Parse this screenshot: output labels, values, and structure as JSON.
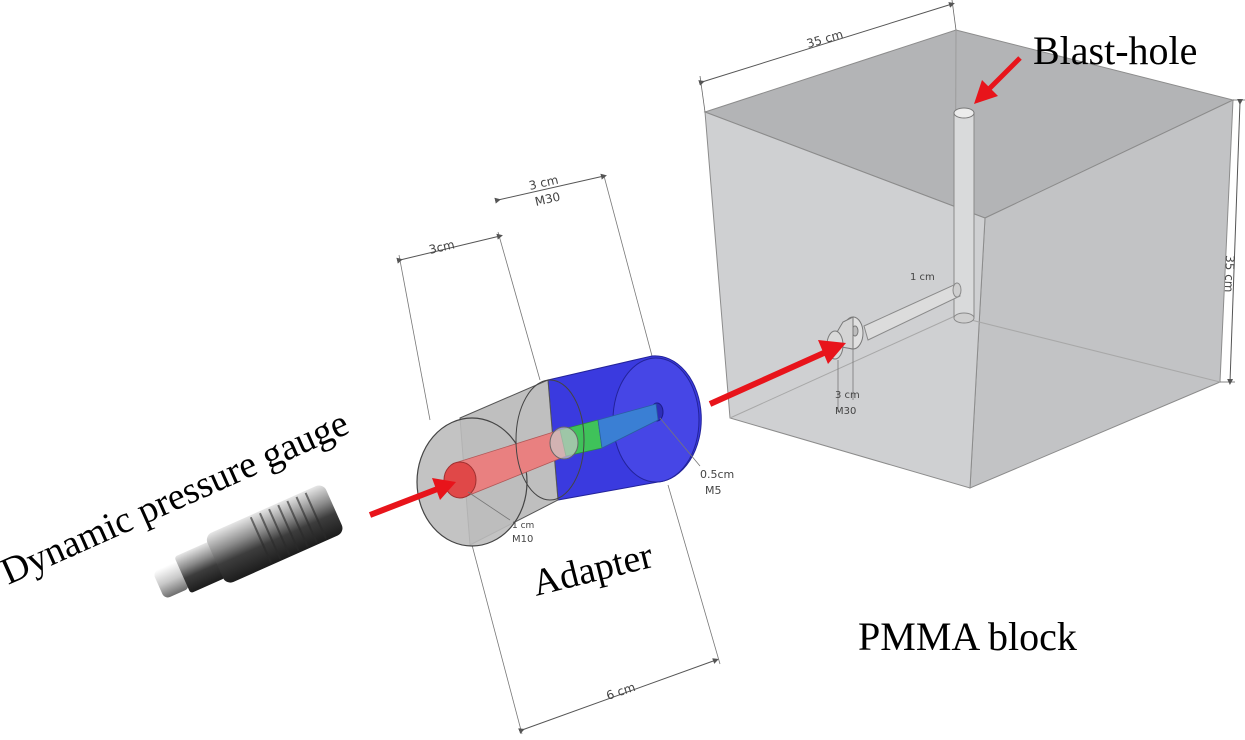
{
  "labels": {
    "blast_hole": "Blast-hole",
    "dynamic_pressure_gauge": "Dynamic pressure gauge",
    "adapter": "Adapter",
    "pmma_block": "PMMA block"
  },
  "dimensions": {
    "block_width": "35 cm",
    "block_height": "35 cm",
    "adapter_left_length": "3cm",
    "adapter_right_length": "3 cm",
    "adapter_right_thread": "M30",
    "adapter_total_length": "6 cm",
    "small_hole_diameter": "0.5cm",
    "small_hole_thread": "M5",
    "gauge_hole_diameter": "1 cm",
    "gauge_hole_thread": "M10",
    "channel_diameter": "1 cm",
    "port_diameter": "3 cm",
    "port_thread": "M30"
  },
  "colors": {
    "arrow": "#e8141b",
    "adapter_blue": "#3a3adf",
    "adapter_gray": "#b4b4b4",
    "bore_red": "#e98080",
    "bore_green": "#3fc25a",
    "block_face": "#cfd0d2",
    "block_top": "#b3b4b6",
    "block_side": "#c2c3c5"
  }
}
